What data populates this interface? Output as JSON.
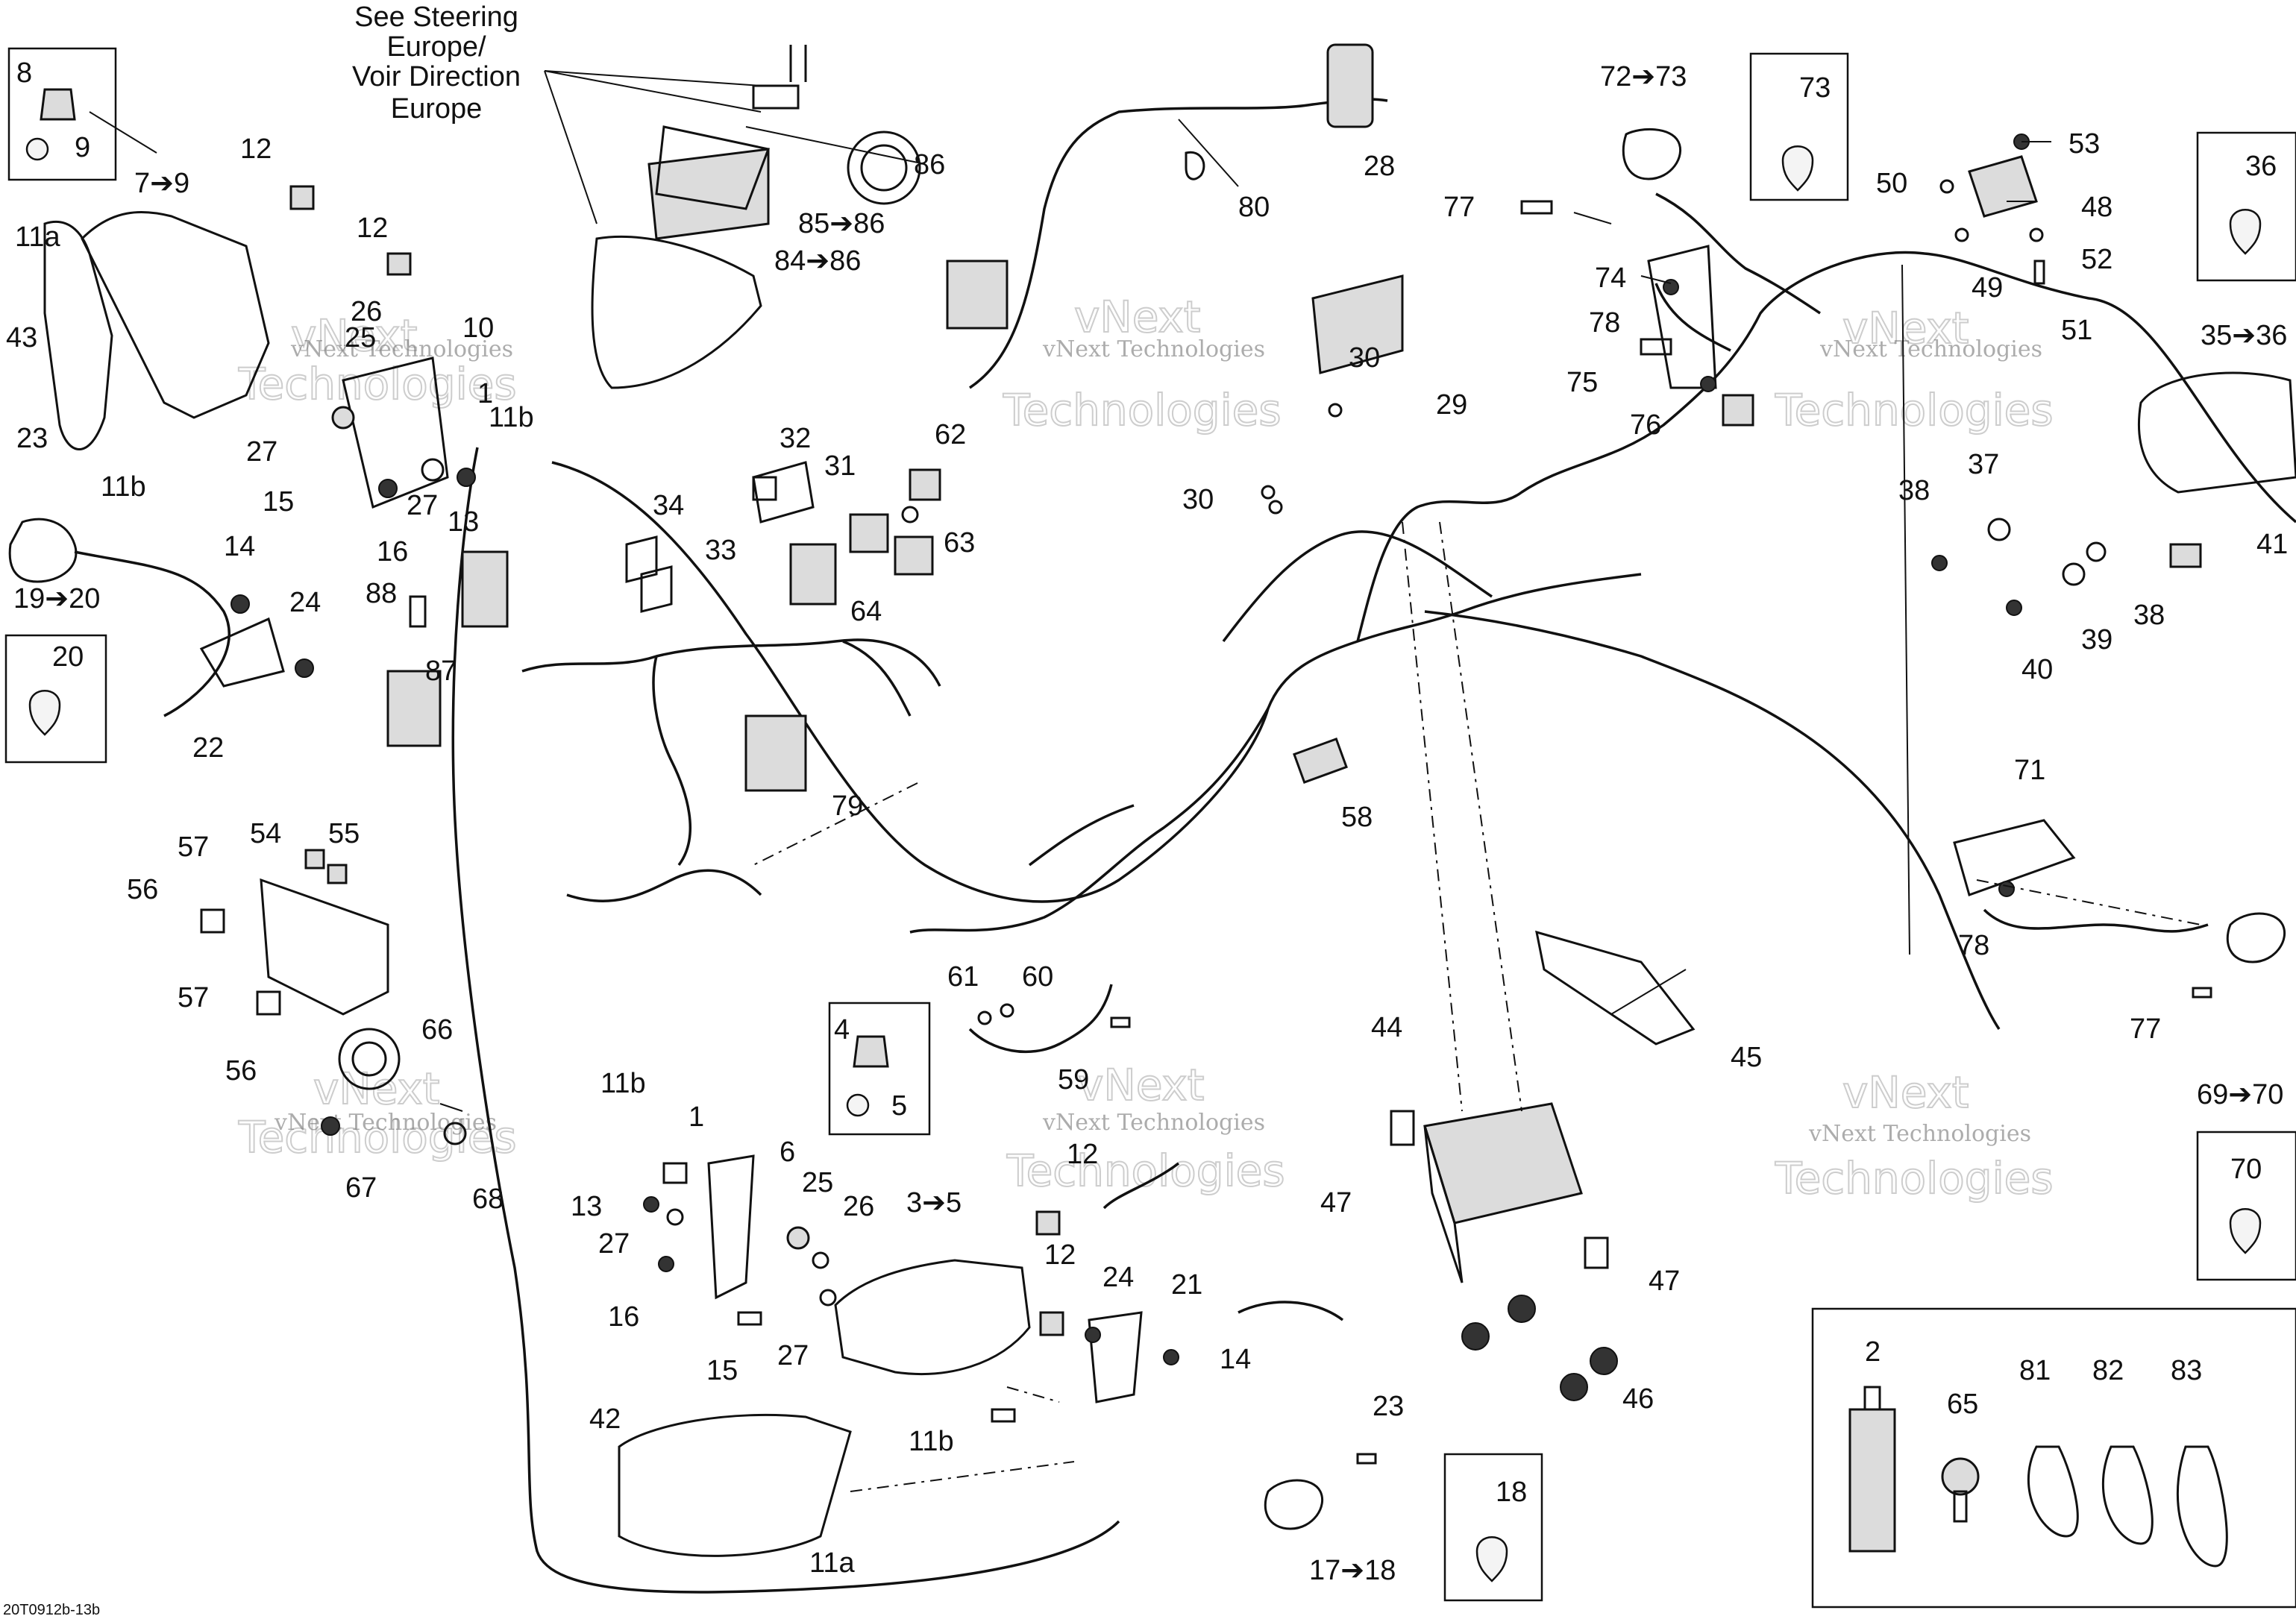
{
  "header": {
    "note_line1": "See Steering",
    "note_line2": "Europe/",
    "note_line3": "Voir Direction",
    "note_line4": "Europe"
  },
  "footer": {
    "drawing_code": "20T0912b-13b"
  },
  "watermark": {
    "small": "vNext Technologies",
    "big_line1": "vNext",
    "big_line2": "Technologies"
  },
  "colors": {
    "ink": "#111111",
    "background": "#ffffff",
    "watermark": "#c8c8c8"
  },
  "labels": {
    "l8": "8",
    "l9": "9",
    "l7to9": "7➔9",
    "l12a": "12",
    "l12b": "12",
    "l11a_top": "11a",
    "l43": "43",
    "l26": "26",
    "l25": "25",
    "l10": "10",
    "l1": "1",
    "l11b_a": "11b",
    "l27a": "27",
    "l27b": "27",
    "l15a": "15",
    "l13a": "13",
    "l16a": "16",
    "l23a": "23",
    "l11b_b": "11b",
    "l14a": "14",
    "l24a": "24",
    "l22": "22",
    "l19to20": "19➔20",
    "l20": "20",
    "l34": "34",
    "l33": "33",
    "l32": "32",
    "l31": "31",
    "l62": "62",
    "l63": "63",
    "l64": "64",
    "l88": "88",
    "l87": "87",
    "l79": "79",
    "l54": "54",
    "l55": "55",
    "l57a": "57",
    "l56a": "56",
    "l57b": "57",
    "l56b": "56",
    "l66": "66",
    "l67": "67",
    "l68": "68",
    "l86": "86",
    "l85to86": "85➔86",
    "l84to86": "84➔86",
    "l80": "80",
    "l28": "28",
    "l72to73": "72➔73",
    "l73": "73",
    "l77a": "77",
    "l74": "74",
    "l78a": "78",
    "l75": "75",
    "l76": "76",
    "l30a": "30",
    "l29": "29",
    "l30b": "30",
    "l53": "53",
    "l50": "50",
    "l48": "48",
    "l49": "49",
    "l52": "52",
    "l51": "51",
    "l36": "36",
    "l35to36": "35➔36",
    "l37": "37",
    "l38a": "38",
    "l41": "41",
    "l38b": "38",
    "l39": "39",
    "l40": "40",
    "l58": "58",
    "l61": "61",
    "l60": "60",
    "l59": "59",
    "l4": "4",
    "l5": "5",
    "l3to5": "3➔5",
    "l11b_c": "11b",
    "l1b": "1",
    "l6": "6",
    "l13b": "13",
    "l27c": "27",
    "l25b": "25",
    "l26b": "26",
    "l16b": "16",
    "l15b": "15",
    "l27d": "27",
    "l12c": "12",
    "l12d": "12",
    "l24b": "24",
    "l21": "21",
    "l14b": "14",
    "l42": "42",
    "l11b_d": "11b",
    "l11a_b": "11a",
    "l23b": "23",
    "l18": "18",
    "l17to18": "17➔18",
    "l44": "44",
    "l47a": "47",
    "l47b": "47",
    "l45": "45",
    "l46": "46",
    "l71": "71",
    "l78b": "78",
    "l77b": "77",
    "l69to70": "69➔70",
    "l70": "70",
    "l2": "2",
    "l65": "65",
    "l81": "81",
    "l82": "82",
    "l83": "83"
  }
}
